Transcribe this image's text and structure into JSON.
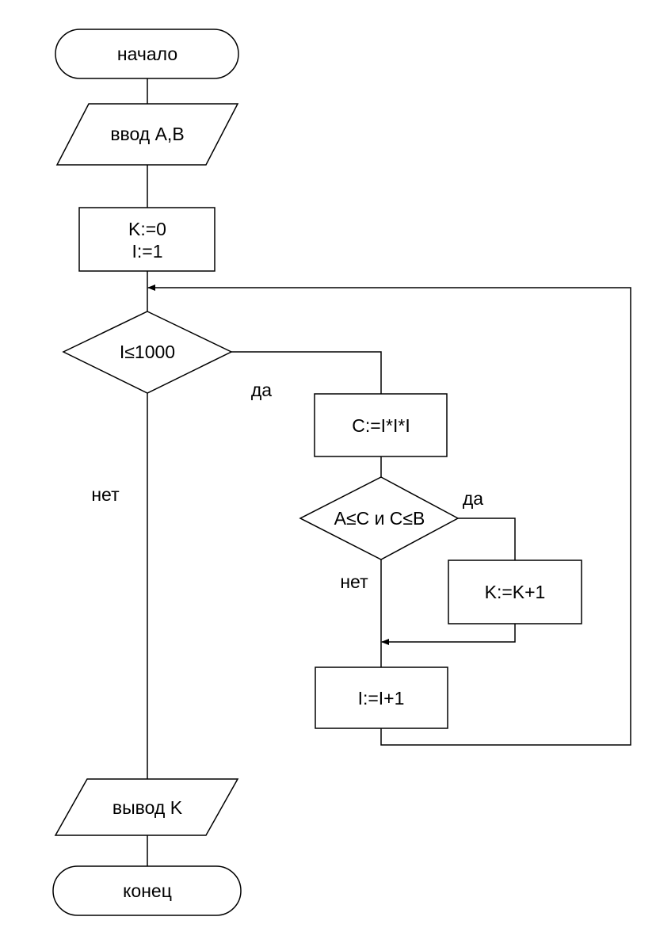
{
  "flowchart": {
    "start": "начало",
    "input": "ввод A,B",
    "init_line1": "K:=0",
    "init_line2": "I:=1",
    "loop_condition": "I≤1000",
    "loop_yes": "да",
    "loop_no": "нет",
    "cube": "C:=I*I*I",
    "range_condition": "A≤C и C≤B",
    "range_yes": "да",
    "range_no": "нет",
    "increment_k": "K:=K+1",
    "increment_i": "I:=I+1",
    "output": "вывод K",
    "end": "конец"
  },
  "colors": {
    "stroke": "#000000",
    "fill": "#ffffff"
  }
}
